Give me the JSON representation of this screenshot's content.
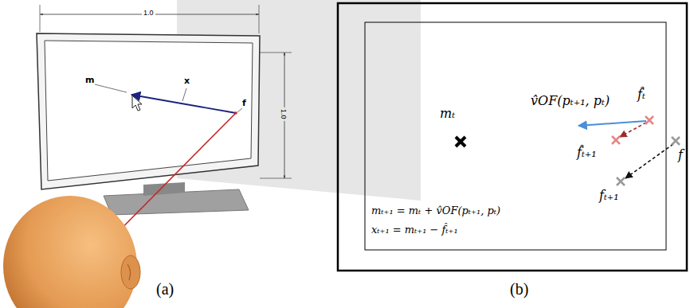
{
  "diagram": {
    "labels": [
      "1.0",
      "1.0",
      "m",
      "x",
      "f",
      "(a)",
      "(b)",
      "v̂OF(pₜ₊₁, pₜ)",
      "f̂ₜ",
      "mₜ",
      "f̂ₜ₊₁",
      "f",
      "fₜ₊₁",
      "mₜ₊₁ = mₜ + v̂OF(pₜ₊₁, pₜ)",
      "xₜ₊₁ = mₜ₊₁ − f̂ₜ₊₁"
    ]
  }
}
